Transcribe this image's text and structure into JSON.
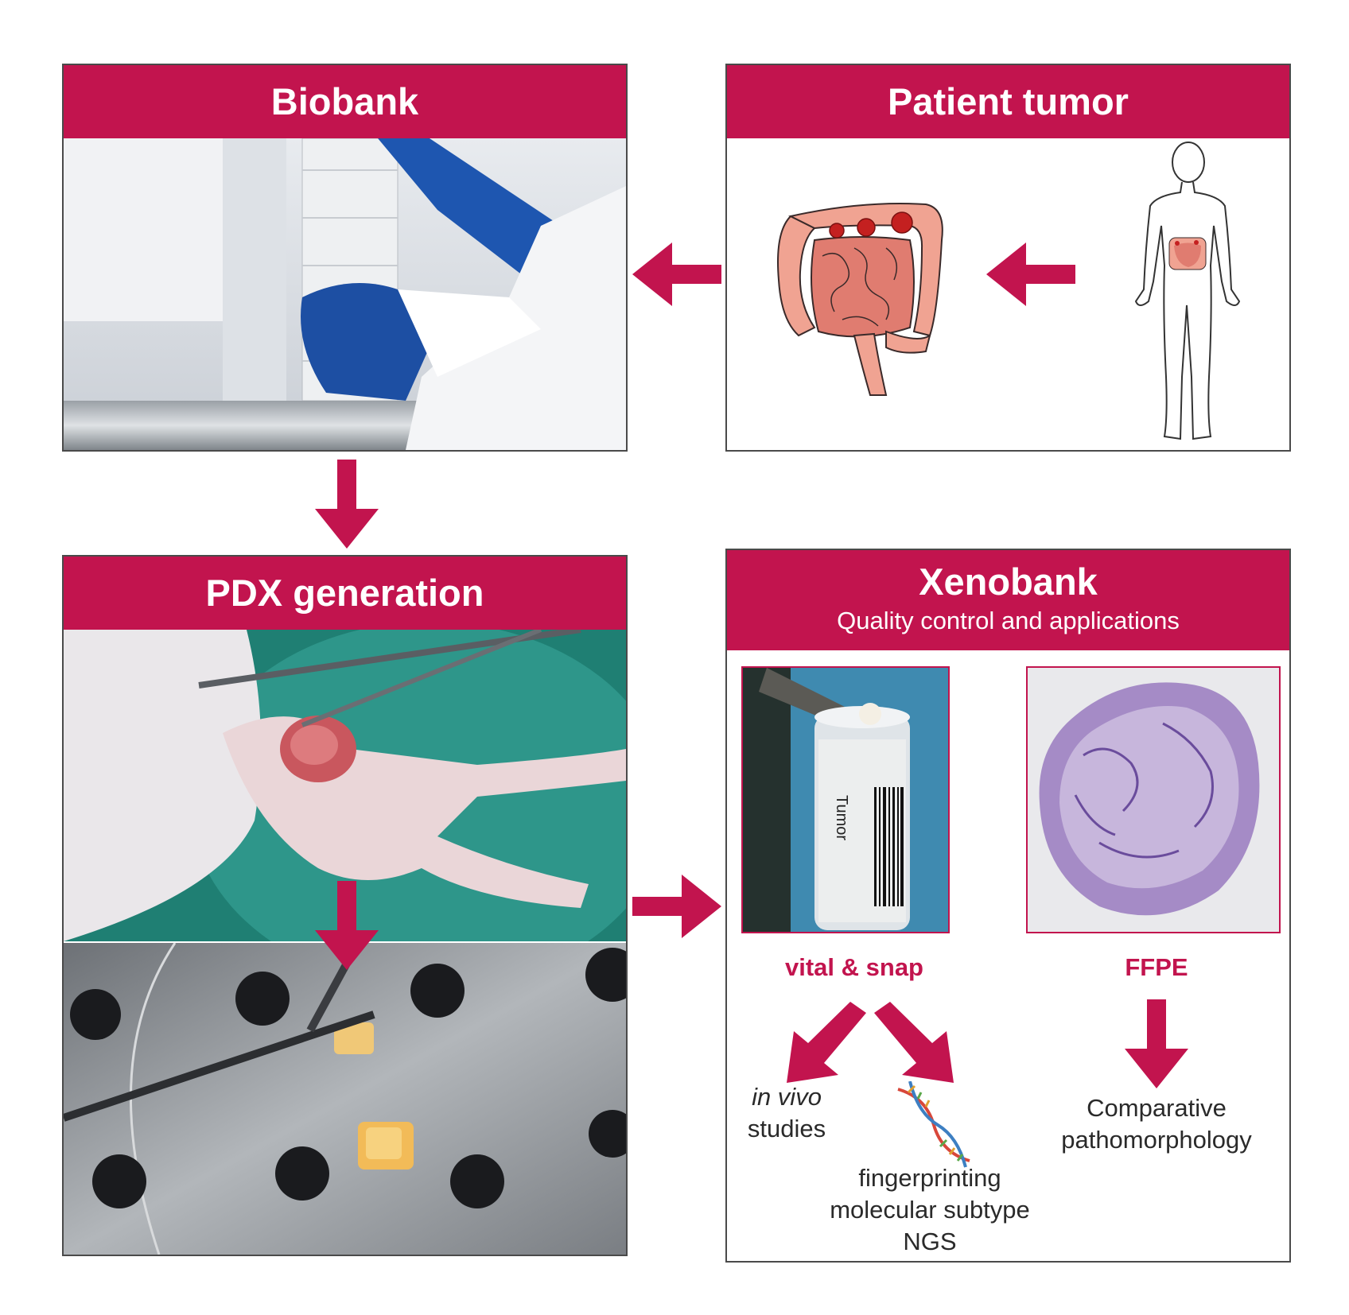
{
  "panels": {
    "biobank": {
      "title": "Biobank"
    },
    "patient_tumor": {
      "title": "Patient tumor"
    },
    "pdx_generation": {
      "title": "PDX generation"
    },
    "xenobank": {
      "title": "Xenobank",
      "subtitle": "Quality control and applications"
    }
  },
  "xenobank": {
    "vial_label": "Tumor",
    "vital_snap": "vital & snap",
    "ffpe": "FFPE",
    "in_vivo": "in vivo",
    "studies": "studies",
    "fingerprinting": "fingerprinting",
    "molecular_subtype": "molecular subtype",
    "ngs": "NGS",
    "comparative": "Comparative",
    "pathomorphology": "pathomorphology"
  },
  "colors": {
    "accent": "#c2144e",
    "border": "#4a4a4a"
  }
}
